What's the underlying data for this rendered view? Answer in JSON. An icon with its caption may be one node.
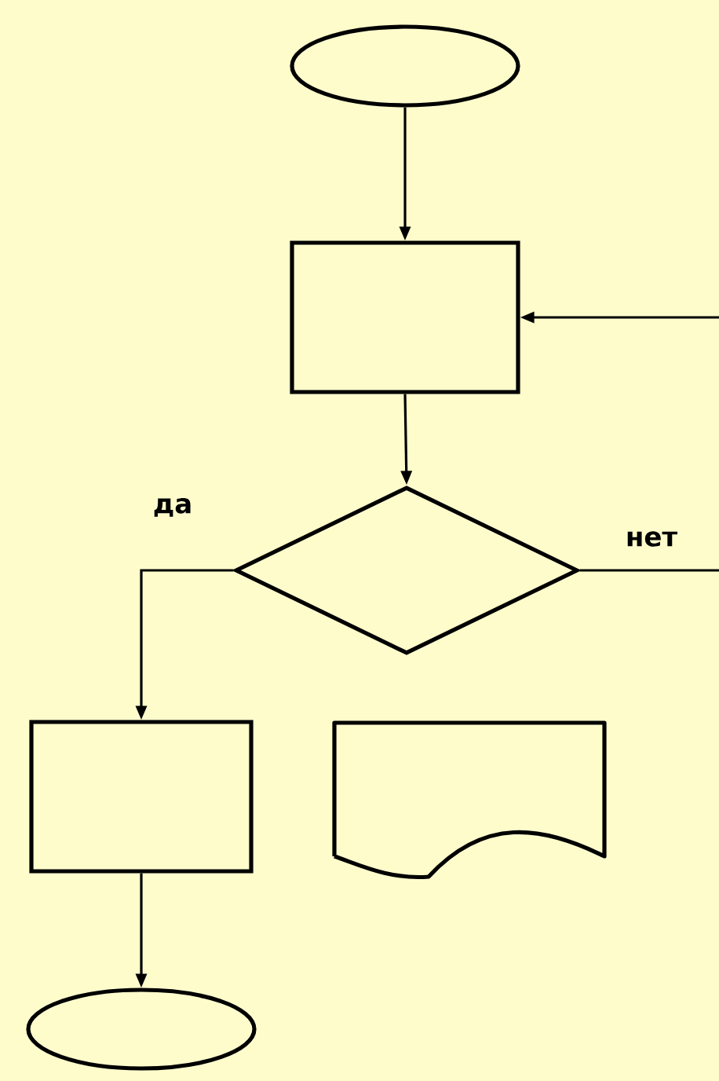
{
  "diagram": {
    "nodes": [
      {
        "text": [],
        "shape": "ellipse"
      },
      {
        "text": [],
        "shape": "box"
      },
      {
        "text": [],
        "shape": "diamond"
      },
      {
        "text": [],
        "shape": "box"
      },
      {
        "text": [],
        "shape": "document"
      },
      {
        "text": [],
        "shape": "ellipse"
      }
    ],
    "edges": [
      {
        "from": 0,
        "to": 1,
        "arrow": "to"
      },
      {
        "from": 1,
        "to": 2,
        "arrow": "to"
      },
      {
        "from": 2,
        "to": 3,
        "arrow": "to",
        "label": "да"
      },
      {
        "from": 3,
        "to": 5,
        "arrow": "to"
      },
      {
        "from": 2,
        "to": null,
        "arrow": "none",
        "label": "нет"
      },
      {
        "from": null,
        "to": 1,
        "arrow": "to"
      }
    ]
  }
}
